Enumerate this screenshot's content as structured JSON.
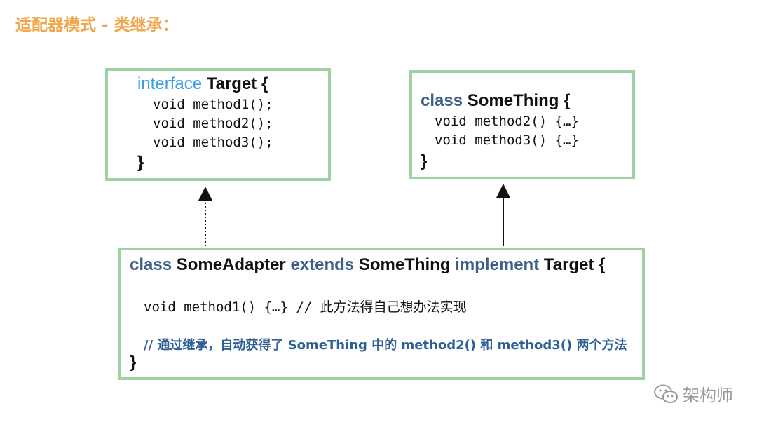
{
  "title": "适配器模式 - 类继承：",
  "target": {
    "keyword": "interface",
    "name": "Target {",
    "methods": [
      "void method1();",
      "void method2();",
      "void method3();"
    ],
    "close": "}"
  },
  "something": {
    "keyword": "class",
    "name": "SomeThing {",
    "methods": [
      "void method2() {…}",
      "void method3() {…}"
    ],
    "close": "}"
  },
  "adapter": {
    "kw_class": "class",
    "name": "SomeAdapter",
    "kw_extends": "extends",
    "parent": "SomeThing",
    "kw_implement": "implement",
    "iface": "Target {",
    "method_line": "void method1() {…} // ",
    "method_comment": "此方法得自己想办法实现",
    "inherit_comment": "// 通过继承，自动获得了 SomeThing 中的 method2() 和 method3() 两个方法",
    "close": "}"
  },
  "watermark": {
    "icon": "wechat-icon",
    "text": "架构师"
  },
  "colors": {
    "title": "#f0a64a",
    "box_border": "#9ed2a3",
    "keyword_interface": "#3a9ee6",
    "keyword_dark": "#3f5f86",
    "comment_blue": "#2d5f95"
  }
}
